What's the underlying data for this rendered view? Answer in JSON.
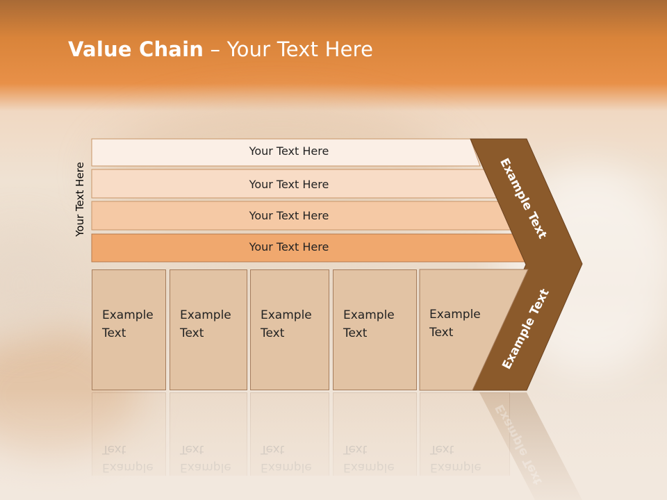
{
  "title": {
    "bold": "Value Chain",
    "rest": " – Your Text Here"
  },
  "side_label": "Your Text Here",
  "bars": [
    {
      "label": "Your Text Here",
      "color": "#fbefe6"
    },
    {
      "label": "Your Text Here",
      "color": "#f8dcc6"
    },
    {
      "label": "Your Text Here",
      "color": "#f5c9a5"
    },
    {
      "label": "Your Text Here",
      "color": "#f0a86e"
    }
  ],
  "boxes": [
    {
      "label": "Example\nText"
    },
    {
      "label": "Example\nText"
    },
    {
      "label": "Example\nText"
    },
    {
      "label": "Example\nText"
    },
    {
      "label": "Example\nText"
    }
  ],
  "chevron": {
    "upper_label": "Example Text",
    "lower_label": "Example Text",
    "color": "#8b5a2b"
  }
}
